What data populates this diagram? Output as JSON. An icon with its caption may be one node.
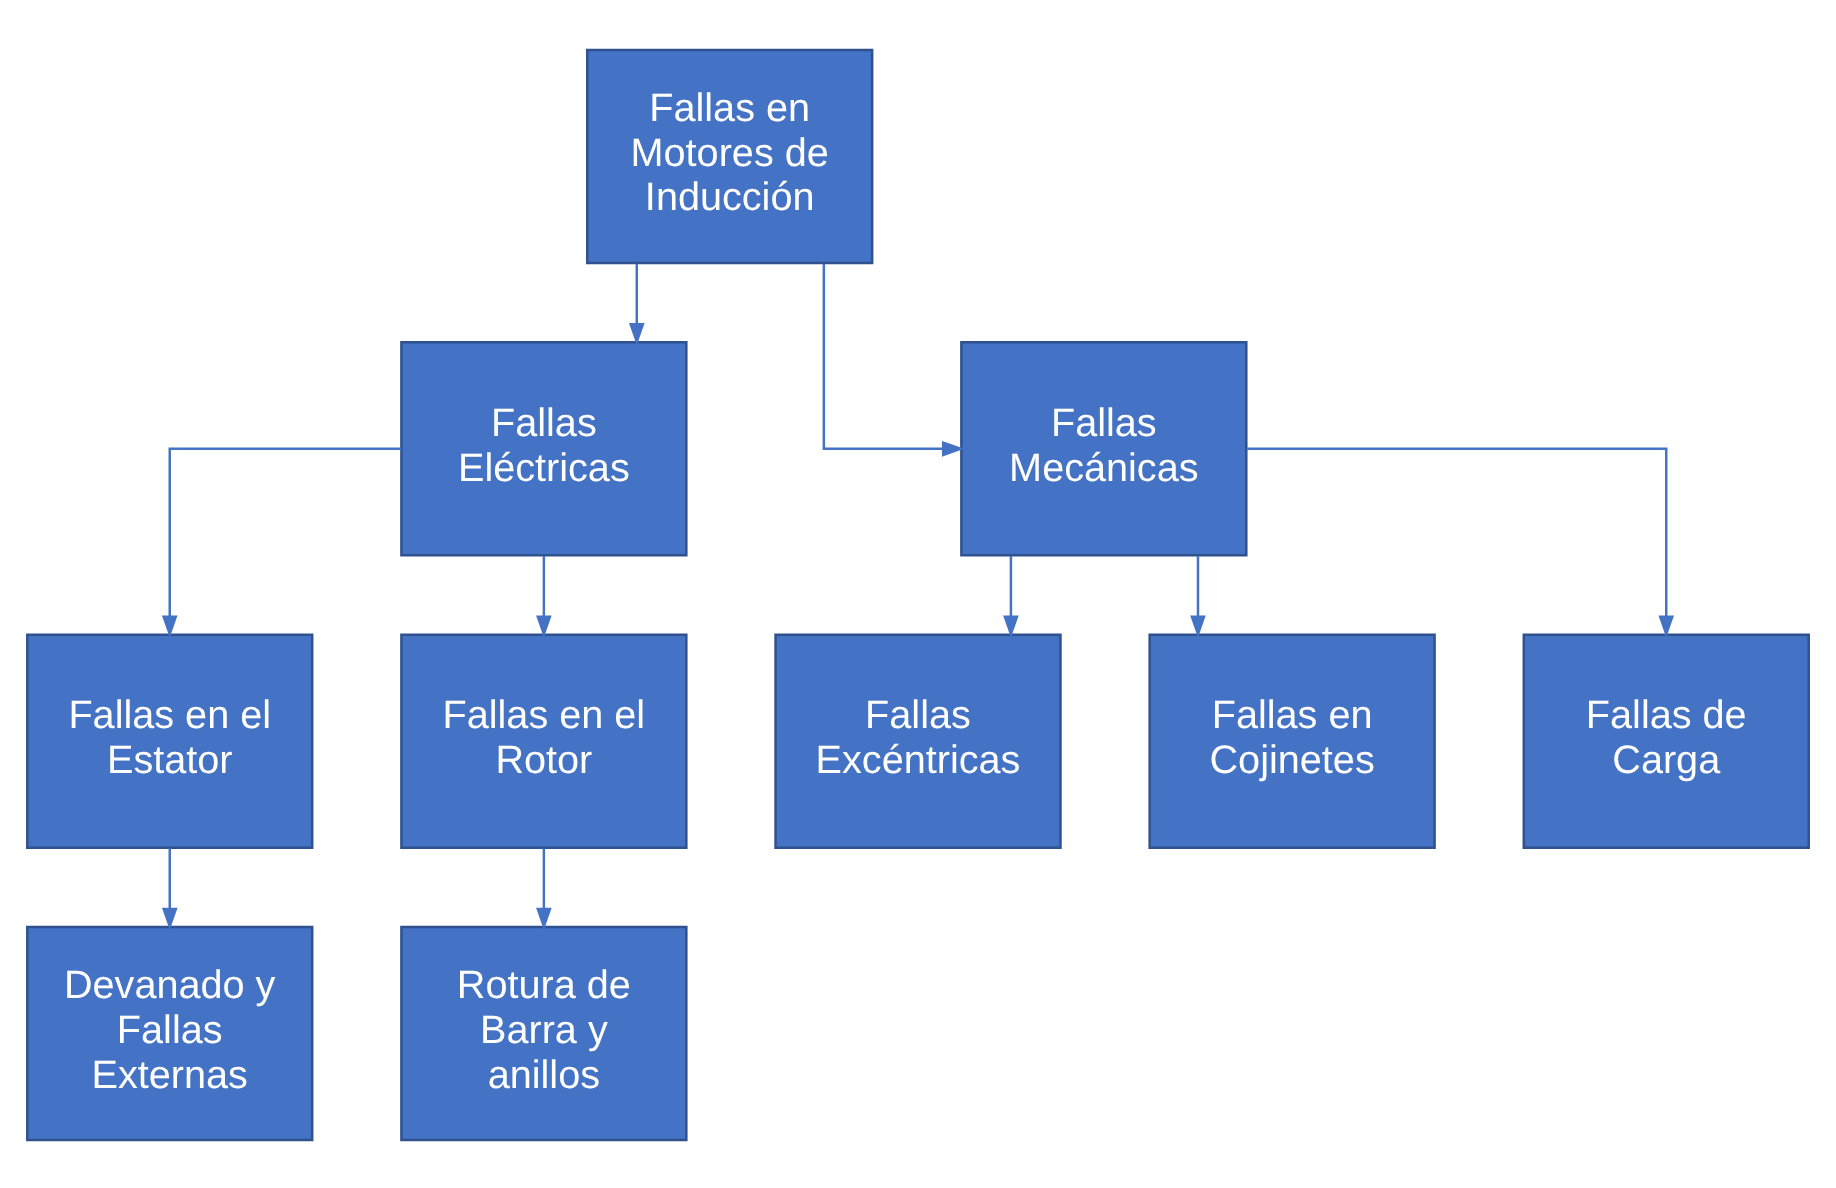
{
  "diagram": {
    "nodes": [
      {
        "text": [
          "Fallas en Motores de Inducción"
        ]
      },
      {
        "text": [
          "Fallas Eléctricas"
        ]
      },
      {
        "text": [
          "Fallas Mecánicas"
        ]
      },
      {
        "text": [
          "Fallas en el Estator"
        ]
      },
      {
        "text": [
          "Fallas en el Rotor"
        ]
      },
      {
        "text": [
          "Fallas Excéntricas"
        ]
      },
      {
        "text": [
          "Fallas en Cojinetes"
        ]
      },
      {
        "text": [
          "Fallas de Carga"
        ]
      },
      {
        "text": [
          "Devanado y Fallas Externas"
        ]
      },
      {
        "text": [
          "Rotura de Barra y anillos"
        ]
      }
    ],
    "edges": [
      {
        "from": 0,
        "to": 1,
        "arrow": "to"
      },
      {
        "from": 0,
        "to": 2,
        "arrow": "to"
      },
      {
        "from": 1,
        "to": 3,
        "arrow": "to"
      },
      {
        "from": 1,
        "to": 4,
        "arrow": "to"
      },
      {
        "from": 2,
        "to": 5,
        "arrow": "to"
      },
      {
        "from": 2,
        "to": 6,
        "arrow": "to"
      },
      {
        "from": 2,
        "to": 7,
        "arrow": "to"
      },
      {
        "from": 3,
        "to": 8,
        "arrow": "to"
      },
      {
        "from": 4,
        "to": 9,
        "arrow": "to"
      }
    ]
  }
}
